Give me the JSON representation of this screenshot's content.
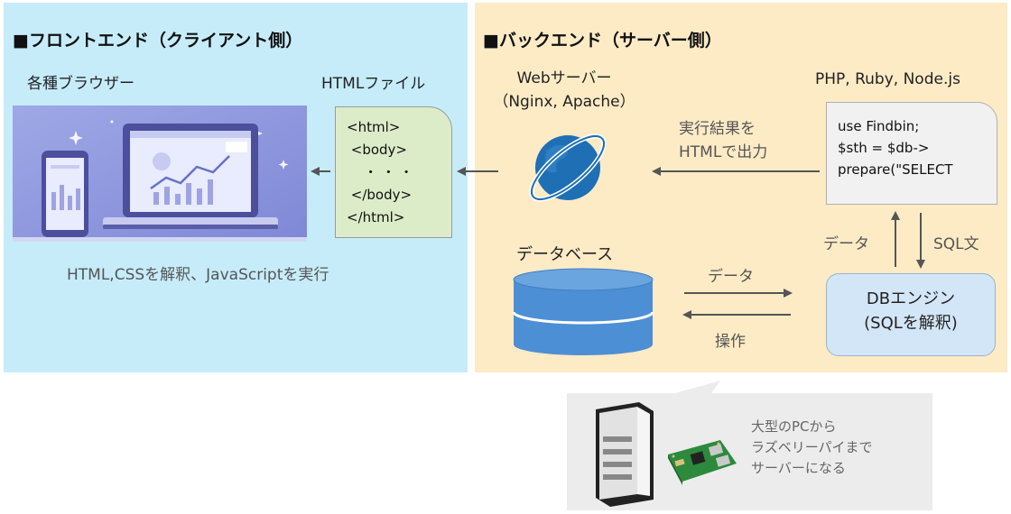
{
  "frontend": {
    "title": "■フロントエンド（クライアント側）",
    "browsers_label": "各種ブラウザー",
    "html_file_label": "HTMLファイル",
    "html_code": [
      "<html>",
      " <body>",
      "    ・ ・ ・",
      " </body>",
      "</html>"
    ],
    "caption": "HTML,CSSを解釈、JavaScriptを実行"
  },
  "backend": {
    "title": "■バックエンド（サーバー側）",
    "webserver_label": [
      "Webサーバー",
      "（Nginx, Apache）"
    ],
    "lang_label": "PHP, Ruby, Node.js",
    "code_lines": [
      "use Findbin;",
      "$sth = $db->",
      "prepare(\"SELECT"
    ],
    "output_label": [
      "実行結果を",
      "HTMLで出力"
    ],
    "database_label": "データベース",
    "arrow_data_label": "データ",
    "arrow_operation_label": "操作",
    "db_engine_label": [
      "DBエンジン",
      "(SQLを解釈)"
    ],
    "up_data_label": "データ",
    "sql_label": "SQL文"
  },
  "note": {
    "lines": [
      "大型のPCから",
      "ラズベリーパイまで",
      "サーバーになる"
    ]
  },
  "colors": {
    "frontend_bg": "#c6ecfa",
    "backend_bg": "#fdebc6",
    "arrow": "#555555",
    "globe": "#1f6fb5",
    "database": "#4d8fd4"
  }
}
